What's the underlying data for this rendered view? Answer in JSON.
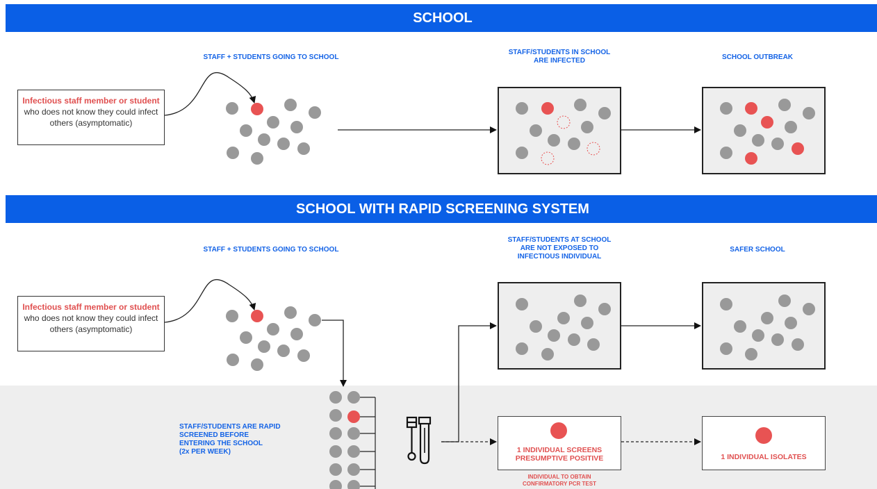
{
  "banners": {
    "top": "SCHOOL",
    "bottom": "SCHOOL WITH RAPID SCREENING SYSTEM"
  },
  "section1": {
    "label_going": "STAFF + STUDENTS GOING TO SCHOOL",
    "label_infected": [
      "STAFF/STUDENTS IN SCHOOL",
      "ARE INFECTED"
    ],
    "label_outbreak": "SCHOOL OUTBREAK",
    "callout": {
      "highlight": "Infectious staff member or student",
      "rest": "who does not know they could infect others (asymptomatic)"
    }
  },
  "section2": {
    "label_going": "STAFF + STUDENTS GOING TO SCHOOL",
    "label_not_exposed": [
      "STAFF/STUDENTS AT SCHOOL",
      "ARE NOT EXPOSED TO",
      "INFECTIOUS INDIVIDUAL"
    ],
    "label_safer": "SAFER SCHOOL",
    "callout": {
      "highlight": "Infectious staff member or student",
      "rest": "who does not know they could infect others (asymptomatic)"
    },
    "screen_label": [
      "STAFF/STUDENTS ARE RAPID",
      "SCREENED BEFORE",
      "ENTERING THE SCHOOL",
      "(2x PER WEEK)"
    ],
    "presumptive": [
      "1 INDIVIDUAL SCREENS",
      "PRESUMPTIVE POSITIVE"
    ],
    "pcr_note": [
      "INDIVIDUAL TO OBTAIN",
      "CONFIRMATORY PCR TEST"
    ],
    "isolates": "1 INDIVIDUAL ISOLATES"
  },
  "colors": {
    "banner": "#0a5fe6",
    "label_blue": "#1463e6",
    "infected_red": "#e85353",
    "person_gray": "#999999"
  }
}
